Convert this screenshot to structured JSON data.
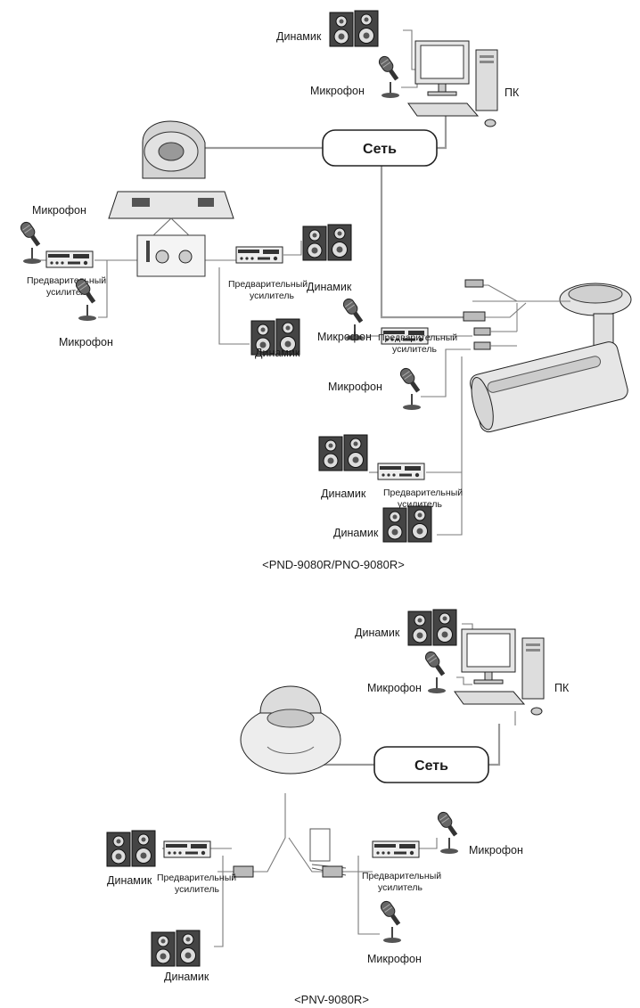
{
  "labels": {
    "speaker": "Динамик",
    "microphone": "Микрофон",
    "pc": "ПК",
    "network": "Сеть",
    "preamp_line1": "Предварительный",
    "preamp_line2": "усилитель"
  },
  "captions": {
    "top": "<PND-9080R/PNO-9080R>",
    "bottom": "<PNV-9080R>"
  },
  "colors": {
    "wire": "#7a7a7a",
    "network_wire": "#9a9a9a",
    "device_gray": "#d4d4d4",
    "outline": "#222222"
  }
}
